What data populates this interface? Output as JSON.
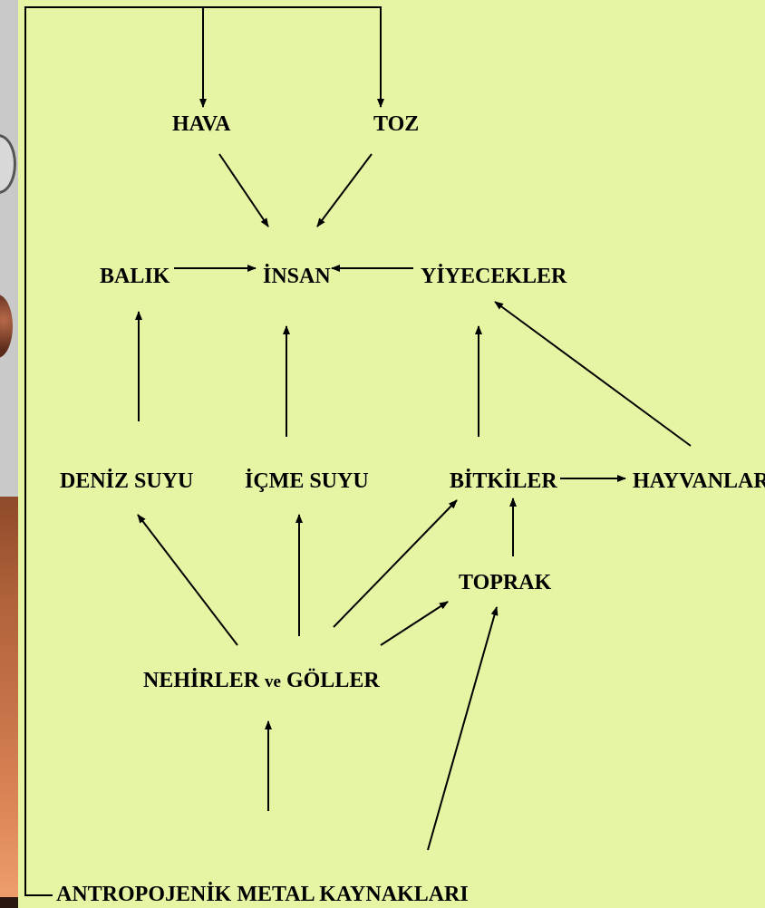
{
  "nodes": {
    "hava": "HAVA",
    "toz": "TOZ",
    "balik": "BALIK",
    "insan": "İNSAN",
    "yiyecekler": "YİYECEKLER",
    "deniz_suyu": "DENİZ SUYU",
    "icme_suyu": "İÇME SUYU",
    "bitkiler": "BİTKİLER",
    "hayvanlar": "HAYVANLAR",
    "toprak": "TOPRAK",
    "nehirler": "NEHİRLER",
    "ve": "ve",
    "goller": "GÖLLER",
    "antropojenik": "ANTROPOJENİK METAL KAYNAKLARI"
  },
  "colors": {
    "background": "#e6f5a3",
    "ink": "#000000"
  }
}
